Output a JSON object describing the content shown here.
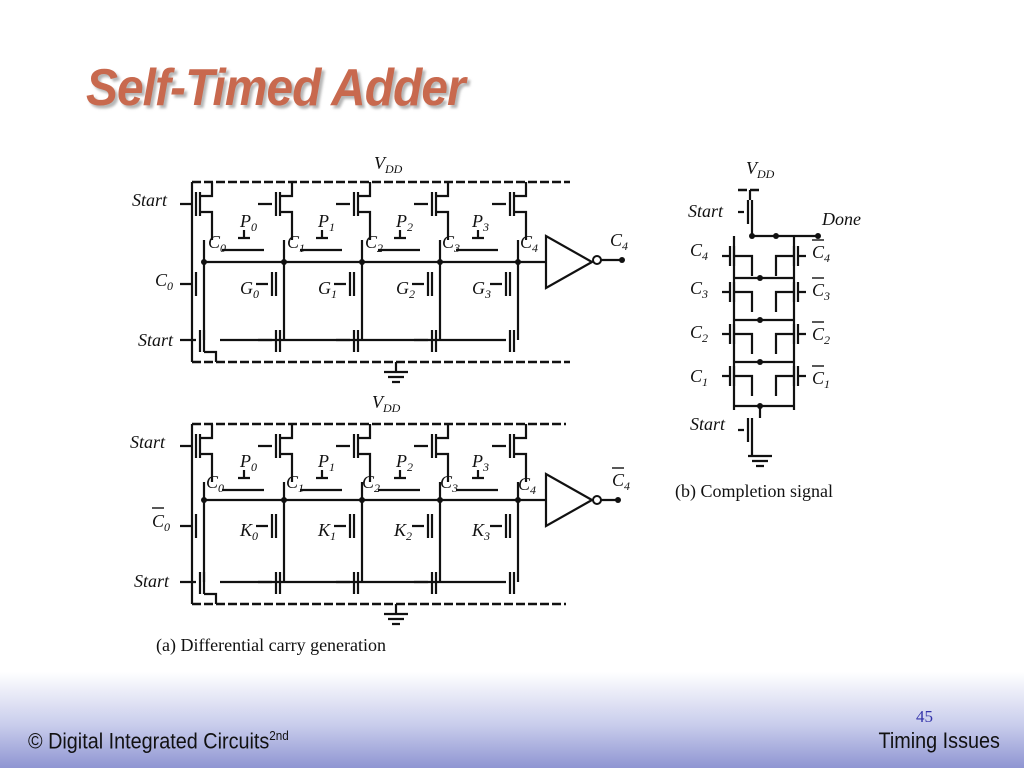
{
  "slide": {
    "title": "Self-Timed Adder",
    "page_number": "45"
  },
  "footer": {
    "left_text": "© Digital Integrated Circuits",
    "left_sup": "2nd",
    "right_text": "Timing Issues"
  },
  "colors": {
    "title": "#c8694e",
    "footer_gradient_end": "#8f95d2",
    "page_number": "#3333aa"
  },
  "diagram_a": {
    "caption": "(a) Differential carry generation",
    "top": {
      "vdd": "V",
      "vdd_sub": "DD",
      "start_top": "Start",
      "start_bottom": "Start",
      "c_in": "C",
      "c_in_sub": "0",
      "c_out": "C",
      "c_out_sub": "4",
      "output": "C",
      "output_sub": "4",
      "p_labels": [
        {
          "main": "P",
          "sub": "0"
        },
        {
          "main": "P",
          "sub": "1"
        },
        {
          "main": "P",
          "sub": "2"
        },
        {
          "main": "P",
          "sub": "3"
        }
      ],
      "c_labels": [
        {
          "main": "C",
          "sub": "0"
        },
        {
          "main": "C",
          "sub": "1"
        },
        {
          "main": "C",
          "sub": "2"
        },
        {
          "main": "C",
          "sub": "3"
        }
      ],
      "g_labels": [
        {
          "main": "G",
          "sub": "0"
        },
        {
          "main": "G",
          "sub": "1"
        },
        {
          "main": "G",
          "sub": "2"
        },
        {
          "main": "G",
          "sub": "3"
        }
      ]
    },
    "bottom": {
      "vdd": "V",
      "vdd_sub": "DD",
      "start_top": "Start",
      "start_bottom": "Start",
      "c_in": "C",
      "c_in_sub": "0",
      "c_out": "C",
      "c_out_sub": "4",
      "output": "C",
      "output_sub": "4",
      "p_labels": [
        {
          "main": "P",
          "sub": "0"
        },
        {
          "main": "P",
          "sub": "1"
        },
        {
          "main": "P",
          "sub": "2"
        },
        {
          "main": "P",
          "sub": "3"
        }
      ],
      "c_labels": [
        {
          "main": "C",
          "sub": "0"
        },
        {
          "main": "C",
          "sub": "1"
        },
        {
          "main": "C",
          "sub": "2"
        },
        {
          "main": "C",
          "sub": "3"
        }
      ],
      "k_labels": [
        {
          "main": "K",
          "sub": "0"
        },
        {
          "main": "K",
          "sub": "1"
        },
        {
          "main": "K",
          "sub": "2"
        },
        {
          "main": "K",
          "sub": "3"
        }
      ]
    }
  },
  "diagram_b": {
    "caption": "(b) Completion signal",
    "vdd": "V",
    "vdd_sub": "DD",
    "start_top": "Start",
    "start_bottom": "Start",
    "done": "Done",
    "left_inputs": [
      {
        "main": "C",
        "sub": "4"
      },
      {
        "main": "C",
        "sub": "3"
      },
      {
        "main": "C",
        "sub": "2"
      },
      {
        "main": "C",
        "sub": "1"
      }
    ],
    "right_inputs": [
      {
        "main": "C",
        "sub": "4"
      },
      {
        "main": "C",
        "sub": "3"
      },
      {
        "main": "C",
        "sub": "2"
      },
      {
        "main": "C",
        "sub": "1"
      }
    ]
  }
}
